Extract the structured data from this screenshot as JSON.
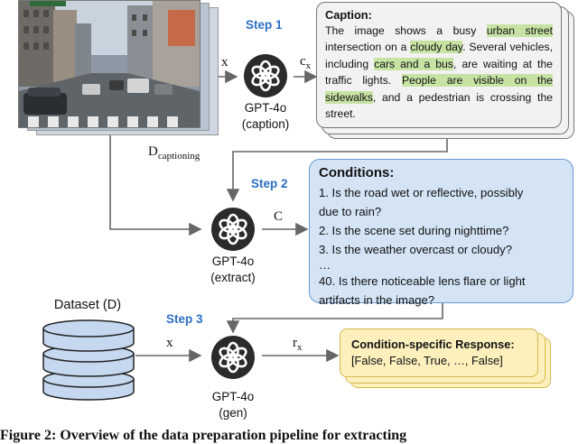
{
  "steps": {
    "step1": "Step 1",
    "step2": "Step 2",
    "step3": "Step 3"
  },
  "models": {
    "m1_name": "GPT-4o",
    "m1_role": "(caption)",
    "m2_name": "GPT-4o",
    "m2_role": "(extract)",
    "m3_name": "GPT-4o",
    "m3_role": "(gen)"
  },
  "vars": {
    "x1": "x",
    "cx": "c",
    "cx_sub": "x",
    "dcap": "D",
    "dcap_sub": "captioning",
    "c_set": "C",
    "x3": "x",
    "rx": "r",
    "rx_sub": "x"
  },
  "caption": {
    "title": "Caption:",
    "segments": [
      {
        "text": "The image shows a busy ",
        "hl": false
      },
      {
        "text": "urban street",
        "hl": true
      },
      {
        "text": " intersection on a ",
        "hl": false
      },
      {
        "text": "cloudy day",
        "hl": true
      },
      {
        "text": ". Several vehicles, including ",
        "hl": false
      },
      {
        "text": "cars and a bus",
        "hl": true
      },
      {
        "text": ", are waiting at the traffic lights. ",
        "hl": false
      },
      {
        "text": "People are visible on the sidewalks",
        "hl": true
      },
      {
        "text": ", and a pedestrian is crossing the street.",
        "hl": false
      }
    ]
  },
  "conditions": {
    "title": "Conditions:",
    "q1a": "1. Is the road wet or reflective, possibly",
    "q1b": "due to rain?",
    "q2": "2. Is the scene set during nighttime?",
    "q3": "3. Is the weather overcast or cloudy?",
    "ellipsis": "…",
    "q40a": "40. Is there noticeable lens flare or light",
    "q40b": "artifacts in the image?"
  },
  "dataset": {
    "label": "Dataset (D)"
  },
  "response": {
    "title": "Condition-specific Response:",
    "value": "[False, False, True, …, False]"
  },
  "footer": {
    "text": "Figure 2:   Overview of the data preparation pipeline for extracting"
  }
}
